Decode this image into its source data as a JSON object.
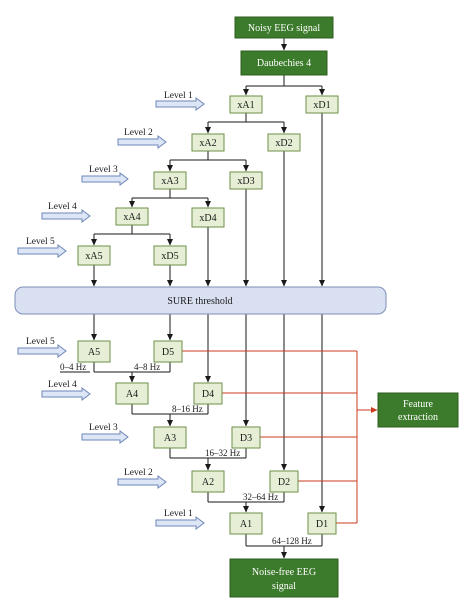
{
  "nodes": {
    "input": "Noisy EEG signal",
    "wavelet": "Daubechies 4",
    "xA1": "xA1",
    "xD1": "xD1",
    "xA2": "xA2",
    "xD2": "xD2",
    "xA3": "xA3",
    "xD3": "xD3",
    "xA4": "xA4",
    "xD4": "xD4",
    "xA5": "xA5",
    "xD5": "xD5",
    "threshold": "SURE threshold",
    "A5": "A5",
    "D5": "D5",
    "A4": "A4",
    "D4": "D4",
    "A3": "A3",
    "D3": "D3",
    "A2": "A2",
    "D2": "D2",
    "A1": "A1",
    "D1": "D1",
    "feature_line1": "Feature",
    "feature_line2": "extraction",
    "output_line1": "Noise-free EEG",
    "output_line2": "signal"
  },
  "decomposition_levels": [
    "Level 1",
    "Level 2",
    "Level 3",
    "Level 4",
    "Level 5"
  ],
  "reconstruction_levels": [
    "Level 5",
    "Level 4",
    "Level 3",
    "Level 2",
    "Level 1"
  ],
  "bands": [
    "0–4 Hz",
    "4–8 Hz",
    "8–16 Hz",
    "16–32 Hz",
    "32–64 Hz",
    "64–128 Hz"
  ],
  "colors": {
    "box_fill": "#e6efd6",
    "dark_box_fill": "#3c7a2c",
    "threshold_fill": "#d8e0f2",
    "arrow_fill": "#dde6f6",
    "feature_line": "#cc3b22"
  }
}
